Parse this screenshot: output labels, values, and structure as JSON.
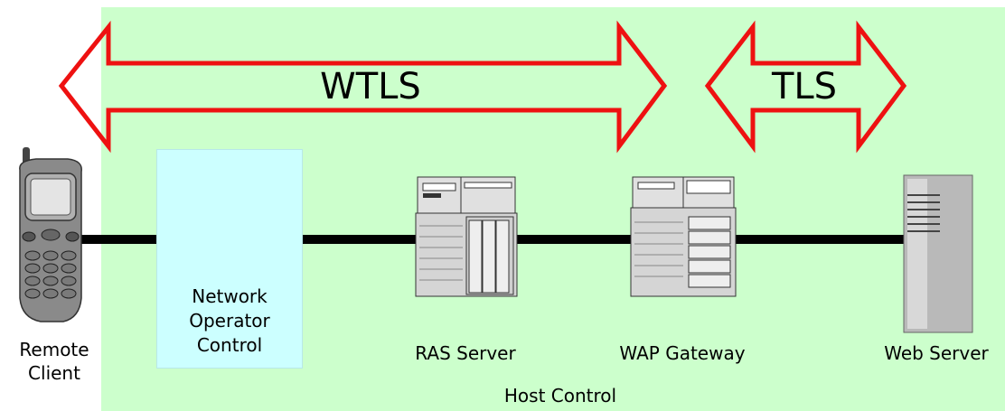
{
  "protocols": {
    "wtls": "WTLS",
    "tls": "TLS"
  },
  "nodes": {
    "remote_client": "Remote\nClient",
    "network_operator": "Network\nOperator\nControl",
    "ras_server": "RAS Server",
    "wap_gateway": "WAP Gateway",
    "web_server": "Web Server"
  },
  "zone": {
    "host_control": "Host Control"
  },
  "colors": {
    "host_zone": "#ccffcc",
    "network_zone": "#ccffff",
    "arrow_outline": "#ee1111",
    "link": "#000000"
  }
}
